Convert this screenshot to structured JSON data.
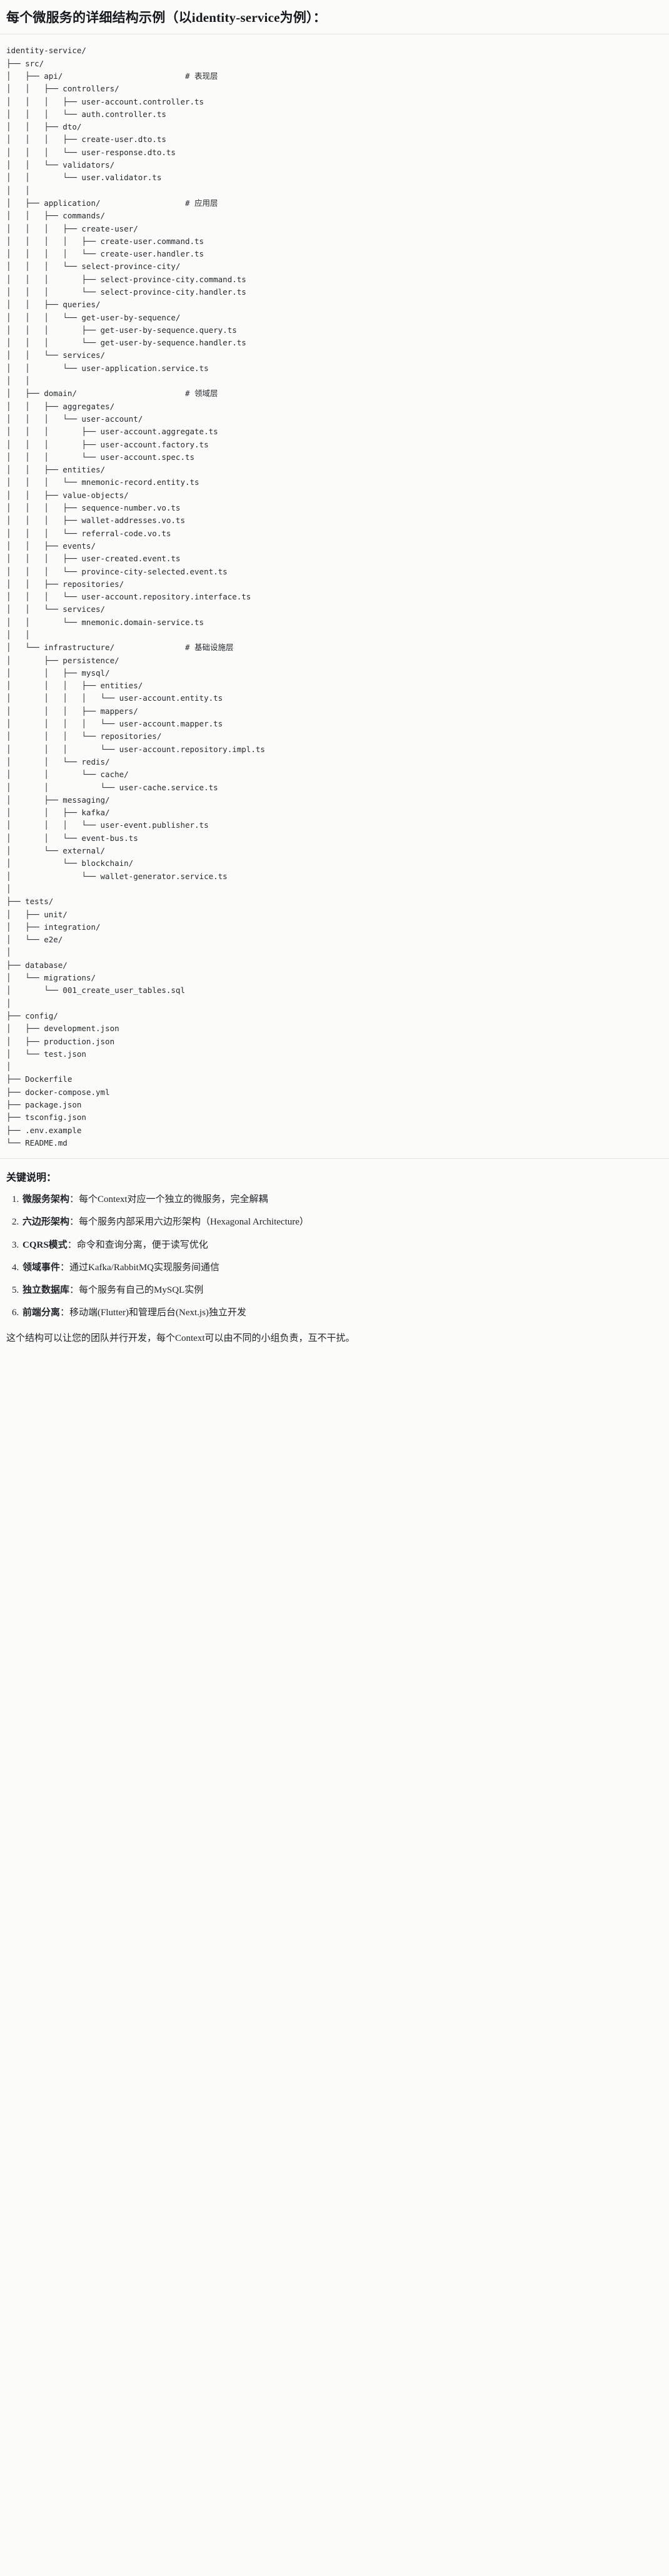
{
  "heading": "每个微服务的详细结构示例（以identity-service为例）：",
  "tree": {
    "root_label": "identity-service/",
    "lines": [
      "identity-service/",
      "├── src/",
      "│   ├── api/                          # 表现层",
      "│   │   ├── controllers/",
      "│   │   │   ├── user-account.controller.ts",
      "│   │   │   └── auth.controller.ts",
      "│   │   ├── dto/",
      "│   │   │   ├── create-user.dto.ts",
      "│   │   │   └── user-response.dto.ts",
      "│   │   └── validators/",
      "│   │       └── user.validator.ts",
      "│   │",
      "│   ├── application/                  # 应用层",
      "│   │   ├── commands/",
      "│   │   │   ├── create-user/",
      "│   │   │   │   ├── create-user.command.ts",
      "│   │   │   │   └── create-user.handler.ts",
      "│   │   │   └── select-province-city/",
      "│   │   │       ├── select-province-city.command.ts",
      "│   │   │       └── select-province-city.handler.ts",
      "│   │   ├── queries/",
      "│   │   │   └── get-user-by-sequence/",
      "│   │   │       ├── get-user-by-sequence.query.ts",
      "│   │   │       └── get-user-by-sequence.handler.ts",
      "│   │   └── services/",
      "│   │       └── user-application.service.ts",
      "│   │",
      "│   ├── domain/                       # 领域层",
      "│   │   ├── aggregates/",
      "│   │   │   └── user-account/",
      "│   │   │       ├── user-account.aggregate.ts",
      "│   │   │       ├── user-account.factory.ts",
      "│   │   │       └── user-account.spec.ts",
      "│   │   ├── entities/",
      "│   │   │   └── mnemonic-record.entity.ts",
      "│   │   ├── value-objects/",
      "│   │   │   ├── sequence-number.vo.ts",
      "│   │   │   ├── wallet-addresses.vo.ts",
      "│   │   │   └── referral-code.vo.ts",
      "│   │   ├── events/",
      "│   │   │   ├── user-created.event.ts",
      "│   │   │   └── province-city-selected.event.ts",
      "│   │   ├── repositories/",
      "│   │   │   └── user-account.repository.interface.ts",
      "│   │   └── services/",
      "│   │       └── mnemonic.domain-service.ts",
      "│   │",
      "│   └── infrastructure/               # 基础设施层",
      "│       ├── persistence/",
      "│       │   ├── mysql/",
      "│       │   │   ├── entities/",
      "│       │   │   │   └── user-account.entity.ts",
      "│       │   │   ├── mappers/",
      "│       │   │   │   └── user-account.mapper.ts",
      "│       │   │   └── repositories/",
      "│       │   │       └── user-account.repository.impl.ts",
      "│       │   └── redis/",
      "│       │       └── cache/",
      "│       │           └── user-cache.service.ts",
      "│       ├── messaging/",
      "│       │   ├── kafka/",
      "│       │   │   └── user-event.publisher.ts",
      "│       │   └── event-bus.ts",
      "│       └── external/",
      "│           └── blockchain/",
      "│               └── wallet-generator.service.ts",
      "│",
      "├── tests/",
      "│   ├── unit/",
      "│   ├── integration/",
      "│   └── e2e/",
      "│",
      "├── database/",
      "│   └── migrations/",
      "│       └── 001_create_user_tables.sql",
      "│",
      "├── config/",
      "│   ├── development.json",
      "│   ├── production.json",
      "│   └── test.json",
      "│",
      "├── Dockerfile",
      "├── docker-compose.yml",
      "├── package.json",
      "├── tsconfig.json",
      "├── .env.example",
      "└── README.md"
    ],
    "layer_comments": [
      "# 表现层",
      "# 应用层",
      "# 领域层",
      "# 基础设施层"
    ]
  },
  "notes": {
    "title": "关键说明：",
    "items": [
      {
        "term": "微服务架构",
        "sep": "：",
        "desc": "每个Context对应一个独立的微服务，完全解耦"
      },
      {
        "term": "六边形架构",
        "sep": "：",
        "desc": "每个服务内部采用六边形架构（Hexagonal Architecture）"
      },
      {
        "term": "CQRS模式",
        "sep": "：",
        "desc": "命令和查询分离，便于读写优化"
      },
      {
        "term": "领域事件",
        "sep": "：",
        "desc": "通过Kafka/RabbitMQ实现服务间通信"
      },
      {
        "term": "独立数据库",
        "sep": "：",
        "desc": "每个服务有自己的MySQL实例"
      },
      {
        "term": "前端分离",
        "sep": "：",
        "desc": "移动端(Flutter)和管理后台(Next.js)独立开发"
      }
    ],
    "closing": "这个结构可以让您的团队并行开发，每个Context可以由不同的小组负责，互不干扰。"
  }
}
